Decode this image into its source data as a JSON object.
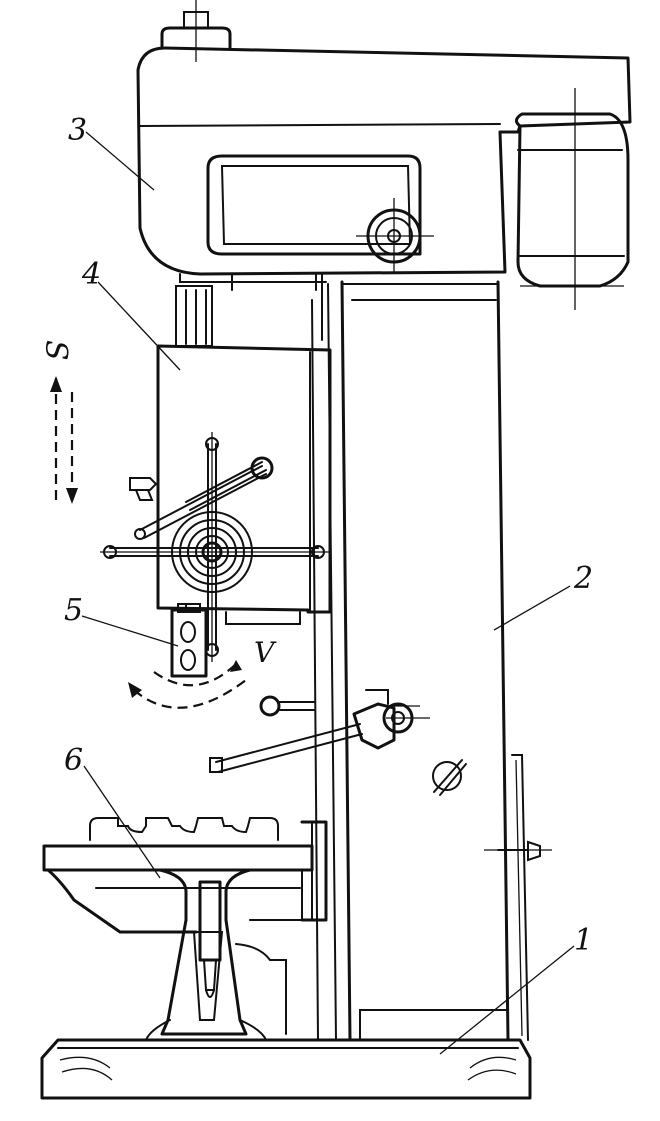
{
  "labels": {
    "l1": "1",
    "l2": "2",
    "l3": "3",
    "l4": "4",
    "l5": "5",
    "l6": "6",
    "feed": "S",
    "rotation": "V"
  },
  "colors": {
    "ink": "#111111",
    "paper": "#ffffff"
  }
}
